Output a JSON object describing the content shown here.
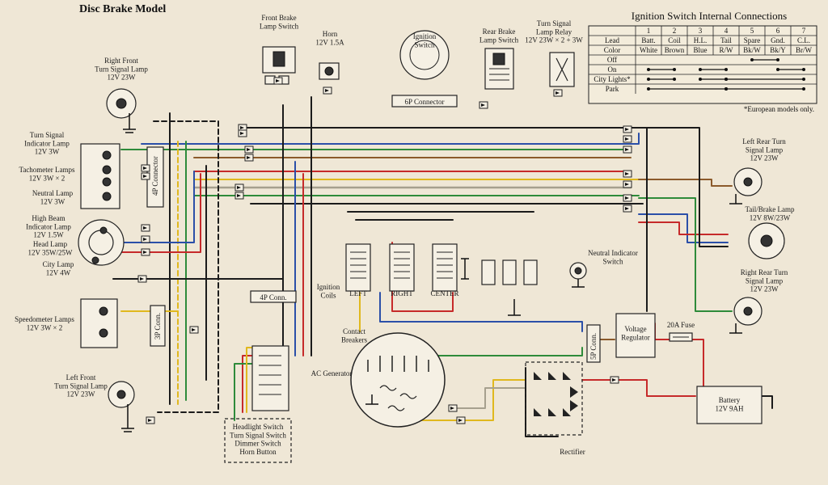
{
  "title": "Disc Brake Model",
  "colors": {
    "black": "#1b1b1b",
    "blue": "#2b4fa8",
    "red": "#c62a2a",
    "yellow": "#e0b81e",
    "green": "#2e8b3a",
    "brown": "#8b5a2b",
    "white": "#f8f8f0",
    "background": "#efe7d6"
  },
  "labels": {
    "right_front_turn": "Right Front\nTurn Signal Lamp\n12V 23W",
    "turn_indicator": "Turn Signal\nIndicator Lamp\n12V 3W",
    "tacho_lamps": "Tachometer Lamps\n12V 3W × 2",
    "neutral_lamp": "Neutral Lamp\n12V 3W",
    "high_beam": "High Beam\nIndicator Lamp\n12V 1.5W",
    "head_lamp": "Head Lamp\n12V 35W/25W",
    "city_lamp": "City Lamp\n12V 4W",
    "speedo_lamps": "Speedometer Lamps\n12V 3W × 2",
    "left_front_turn": "Left Front\nTurn Signal Lamp\n12V 23W",
    "front_brake_switch": "Front Brake\nLamp Switch",
    "horn": "Horn\n12V 1.5A",
    "ignition_switch": "Ignition\nSwitch",
    "six_p_connector": "6P Connector",
    "four_p_connector": "4P Connector",
    "four_p_conn": "4P Conn.",
    "three_p_conn": "3P Conn.",
    "five_p_conn": "5P Conn.",
    "rear_brake_switch": "Rear Brake\nLamp Switch",
    "turn_relay": "Turn Signal\nLamp Relay\n12V 23W × 2 + 3W",
    "left_rear_turn": "Left Rear Turn\nSignal Lamp\n12V 23W",
    "tail_brake": "Tail/Brake Lamp\n12V 8W/23W",
    "right_rear_turn": "Right Rear Turn\nSignal Lamp\n12V 23W",
    "neutral_switch": "Neutral Indicator\nSwitch",
    "ignition_coils": "Ignition\nCoils",
    "coil_left": "LEFT",
    "coil_right": "RIGHT",
    "coil_center": "CENTER",
    "contact_breakers": "Contact\nBreakers",
    "ac_generator": "AC Generator",
    "voltage_regulator": "Voltage\nRegulator",
    "fuse": "20A Fuse",
    "battery": "Battery\n12V 9AH",
    "rectifier": "Rectifier",
    "handlebar_switch": "Headlight Switch\nTurn Signal Switch\nDimmer Switch\nHorn Button"
  },
  "ignition_table": {
    "title": "Ignition Switch Internal Connections",
    "numbers": [
      "1",
      "2",
      "3",
      "4",
      "5",
      "6",
      "7"
    ],
    "lead_label": "Lead",
    "leads": [
      "Batt.",
      "Coil",
      "H.L.",
      "Tail",
      "Spare",
      "Gnd.",
      "C.L."
    ],
    "color_label": "Color",
    "wire_colors": [
      "White",
      "Brown",
      "Blue",
      "R/W",
      "Bk/W",
      "Bk/Y",
      "Br/W"
    ],
    "rows": [
      {
        "label": "Off",
        "links": [
          [
            5,
            6
          ]
        ]
      },
      {
        "label": "On",
        "links": [
          [
            1,
            2
          ],
          [
            3,
            4
          ],
          [
            6,
            7
          ]
        ]
      },
      {
        "label": "City Lights*",
        "links": [
          [
            1,
            2
          ],
          [
            3,
            4
          ],
          [
            4,
            7
          ]
        ]
      },
      {
        "label": "Park",
        "links": [
          [
            1,
            4
          ],
          [
            4,
            7
          ]
        ]
      }
    ],
    "footnote": "*European models only."
  }
}
